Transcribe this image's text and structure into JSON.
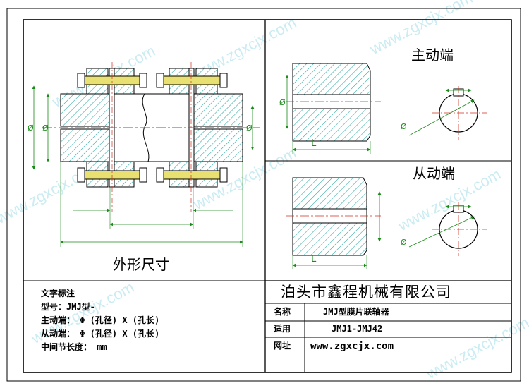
{
  "views": {
    "outline_title": "外形尺寸",
    "driver_title": "主动端",
    "driven_title": "从动端",
    "dim_phi": "Ø",
    "dim_L": "L"
  },
  "notes": {
    "heading": "文字标注",
    "model": "型号：JMJ型-",
    "driver": "主动端：  Φ     (孔径) X          (孔长)",
    "driven": "从动端：  Φ     (孔径) X          (孔长)",
    "spacer": "中间节长度：              mm"
  },
  "title_block": {
    "company": "泊头市鑫程机械有限公司",
    "rows": [
      {
        "label": "名称",
        "value": "JMJ型膜片联轴器"
      },
      {
        "label": "适用",
        "value": "JMJ1-JMJ42"
      },
      {
        "label": "网址",
        "value": "www.zgxcjx.com"
      }
    ]
  },
  "watermark": "www.zgxcjx.com",
  "colors": {
    "hatch": "#2aa3a0",
    "centerline": "#d03020",
    "dimension": "#1a8a1a",
    "bolt": "#e8e070",
    "watermark": "#bfe8ef"
  }
}
